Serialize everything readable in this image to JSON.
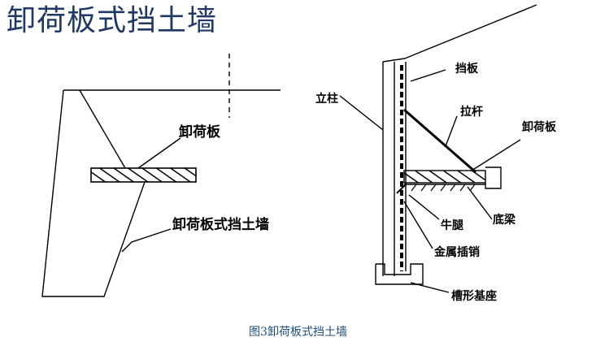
{
  "title": "卸荷板式挡土墙",
  "caption": "图3卸荷板式挡土墙",
  "left_figure": {
    "label_relief_slab": "卸荷板",
    "label_wall": "卸荷板式挡土墙"
  },
  "right_figure": {
    "label_column": "立柱",
    "label_lagging": "挡板",
    "label_tie_rod": "拉杆",
    "label_relief_slab": "卸荷板",
    "label_corbel": "牛腿",
    "label_bottom_beam": "底梁",
    "label_pin": "金属插销",
    "label_base": "槽形基座"
  },
  "colors": {
    "title": "#1f3864",
    "caption": "#1f4e79",
    "line": "#000000"
  }
}
